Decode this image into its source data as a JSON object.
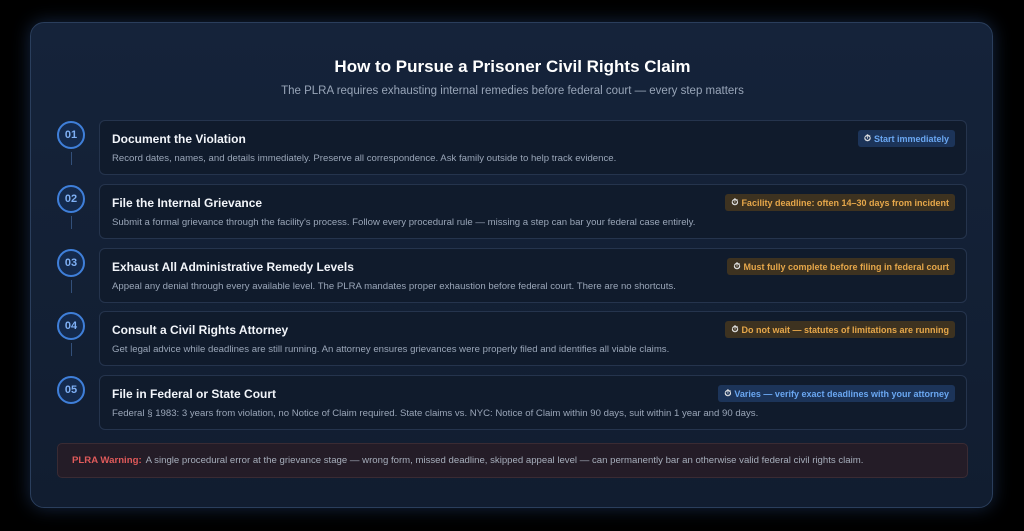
{
  "header": {
    "title": "How to Pursue a Prisoner Civil Rights Claim",
    "subtitle": "The PLRA requires exhausting internal remedies before federal court — every step matters"
  },
  "steps": [
    {
      "number": "01",
      "title": "Document the Violation",
      "description": "Record dates, names, and details immediately. Preserve all correspondence. Ask family outside to help track evidence.",
      "badge": "Start immediately",
      "badge_color": "#6aa7f2"
    },
    {
      "number": "02",
      "title": "File the Internal Grievance",
      "description": "Submit a formal grievance through the facility's process. Follow every procedural rule — missing a step can bar your federal case entirely.",
      "badge": "Facility deadline: often 14–30 days from incident",
      "badge_color": "#e6a74a"
    },
    {
      "number": "03",
      "title": "Exhaust All Administrative Remedy Levels",
      "description": "Appeal any denial through every available level. The PLRA mandates proper exhaustion before federal court. There are no shortcuts.",
      "badge": "Must fully complete before filing in federal court",
      "badge_color": "#e6a74a"
    },
    {
      "number": "04",
      "title": "Consult a Civil Rights Attorney",
      "description": "Get legal advice while deadlines are still running. An attorney ensures grievances were properly filed and identifies all viable claims.",
      "badge": "Do not wait — statutes of limitations are running",
      "badge_color": "#e6a74a"
    },
    {
      "number": "05",
      "title": "File in Federal or State Court",
      "description": "Federal § 1983: 3 years from violation, no Notice of Claim required. State claims vs. NYC: Notice of Claim within 90 days, suit within 1 year and 90 days.",
      "badge": "Varies — verify exact deadlines with your attorney",
      "badge_color": "#6aa7f2"
    }
  ],
  "badge_icon": "⏱",
  "warning": {
    "label": "PLRA Warning:",
    "text": "A single procedural error at the grievance stage — wrong form, missed deadline, skipped appeal level — can permanently bar an otherwise valid federal civil rights claim."
  },
  "colors": {
    "accent_blue": "#3f7fd9",
    "warning_red": "#e05a5a",
    "amber": "#e6a74a"
  }
}
